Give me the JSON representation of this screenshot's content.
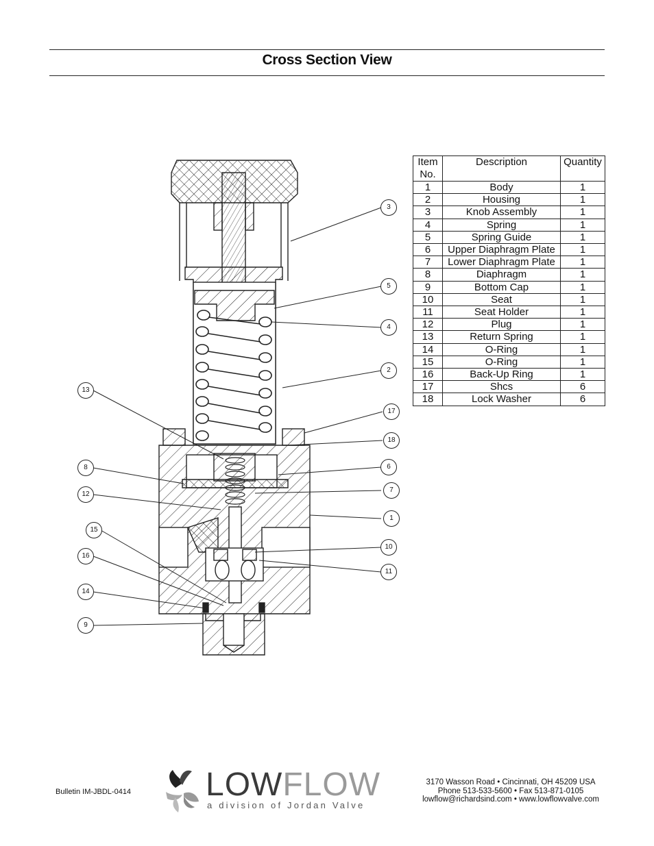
{
  "header": {
    "title": "Cross Section View"
  },
  "parts_table": {
    "columns": [
      "Item No.",
      "Description",
      "Quantity"
    ],
    "col_item_line1": "Item",
    "col_item_line2": "No.",
    "rows": [
      {
        "item": "1",
        "description": "Body",
        "quantity": "1"
      },
      {
        "item": "2",
        "description": "Housing",
        "quantity": "1"
      },
      {
        "item": "3",
        "description": "Knob Assembly",
        "quantity": "1"
      },
      {
        "item": "4",
        "description": "Spring",
        "quantity": "1"
      },
      {
        "item": "5",
        "description": "Spring Guide",
        "quantity": "1"
      },
      {
        "item": "6",
        "description": "Upper Diaphragm Plate",
        "quantity": "1"
      },
      {
        "item": "7",
        "description": "Lower Diaphragm Plate",
        "quantity": "1"
      },
      {
        "item": "8",
        "description": "Diaphragm",
        "quantity": "1"
      },
      {
        "item": "9",
        "description": "Bottom Cap",
        "quantity": "1"
      },
      {
        "item": "10",
        "description": "Seat",
        "quantity": "1"
      },
      {
        "item": "11",
        "description": "Seat Holder",
        "quantity": "1"
      },
      {
        "item": "12",
        "description": "Plug",
        "quantity": "1"
      },
      {
        "item": "13",
        "description": "Return Spring",
        "quantity": "1"
      },
      {
        "item": "14",
        "description": "O-Ring",
        "quantity": "1"
      },
      {
        "item": "15",
        "description": "O-Ring",
        "quantity": "1"
      },
      {
        "item": "16",
        "description": "Back-Up Ring",
        "quantity": "1"
      },
      {
        "item": "17",
        "description": "Shcs",
        "quantity": "6"
      },
      {
        "item": "18",
        "description": "Lock Washer",
        "quantity": "6"
      }
    ]
  },
  "callouts": [
    "1",
    "2",
    "3",
    "4",
    "5",
    "6",
    "7",
    "8",
    "9",
    "10",
    "11",
    "12",
    "13",
    "14",
    "15",
    "16",
    "17",
    "18"
  ],
  "footer": {
    "bulletin": "Bulletin IM-JBDL-0414",
    "logo_low": "LOW",
    "logo_flow": "FLOW",
    "logo_tagline": "a division of Jordan Valve",
    "address_line1": "3170 Wasson Road  •  Cincinnati, OH  45209  USA",
    "address_line2": "Phone 513-533-5600  •  Fax 513-871-0105",
    "address_line3": "lowflow@richardsind.com  •  www.lowflowvalve.com"
  }
}
